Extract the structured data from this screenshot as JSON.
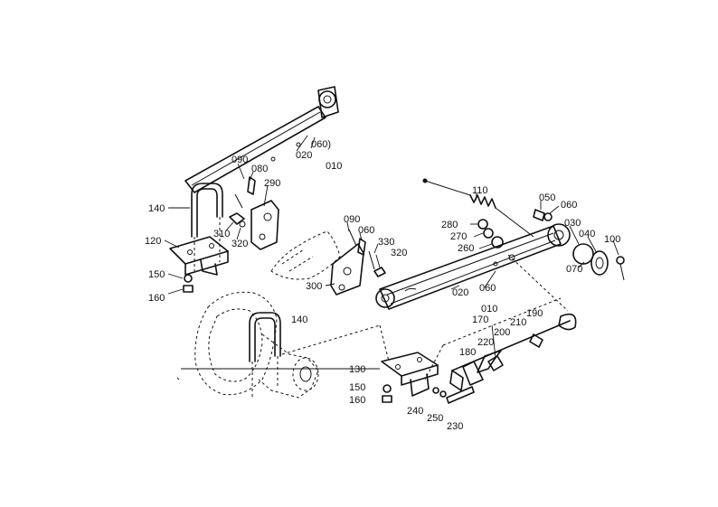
{
  "labels": {
    "p090a": "090",
    "p080": "080",
    "p290": "290",
    "p140a": "140",
    "p120": "120",
    "p310": "310",
    "p320a": "320",
    "p150a": "150",
    "p160a": "160",
    "p060a": "060)",
    "p020a": "020",
    "p010a": "010",
    "p090b": "090",
    "p060b": "060",
    "p330": "330",
    "p320b": "320",
    "p300": "300",
    "p110": "110",
    "p280": "280",
    "p270": "270",
    "p260": "260",
    "p050": "050",
    "p060c": "060",
    "p030": "030",
    "p040": "040",
    "p100": "100",
    "p070": "070",
    "p020b": "020",
    "p060d": "060",
    "p010b": "010",
    "p190": "190",
    "p170": "170",
    "p210": "210",
    "p200": "200",
    "p220": "220",
    "p180": "180",
    "p140b": "140",
    "p130": "130",
    "p150b": "150",
    "p160b": "160",
    "p240": "240",
    "p250": "250",
    "p230": "230"
  }
}
